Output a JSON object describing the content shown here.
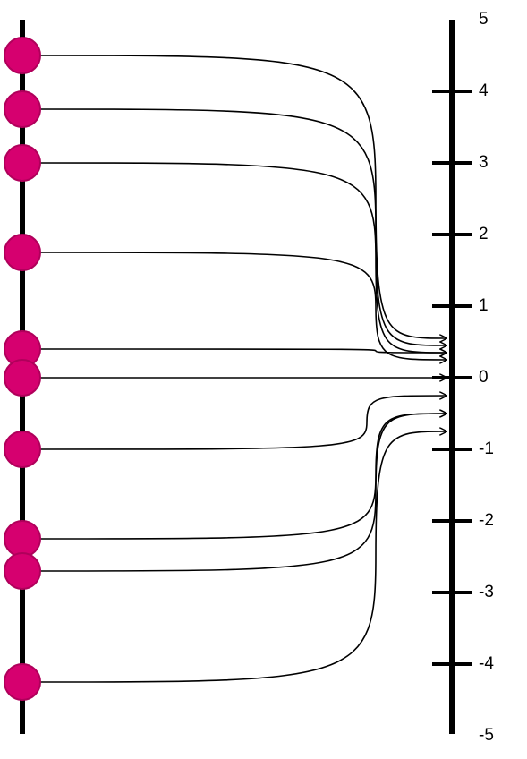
{
  "colors": {
    "dot": "#d6006f",
    "dot_stroke": "#b0005b",
    "axis": "#000000",
    "curve": "#000000"
  },
  "scale": {
    "ticks": [
      "5",
      "4",
      "3",
      "2",
      "1",
      "0",
      "-1",
      "-2",
      "-3",
      "-4",
      "-5"
    ]
  },
  "mappings": [
    {
      "from": 4.5,
      "to": 0.55
    },
    {
      "from": 3.75,
      "to": 0.45
    },
    {
      "from": 3.0,
      "to": 0.35
    },
    {
      "from": 1.75,
      "to": 0.25
    },
    {
      "from": 0.4,
      "to": 0.35
    },
    {
      "from": 0.0,
      "to": 0.0
    },
    {
      "from": -1.0,
      "to": -0.25
    },
    {
      "from": -2.25,
      "to": -0.5
    },
    {
      "from": -2.7,
      "to": -0.5
    },
    {
      "from": -4.25,
      "to": -0.75
    }
  ]
}
